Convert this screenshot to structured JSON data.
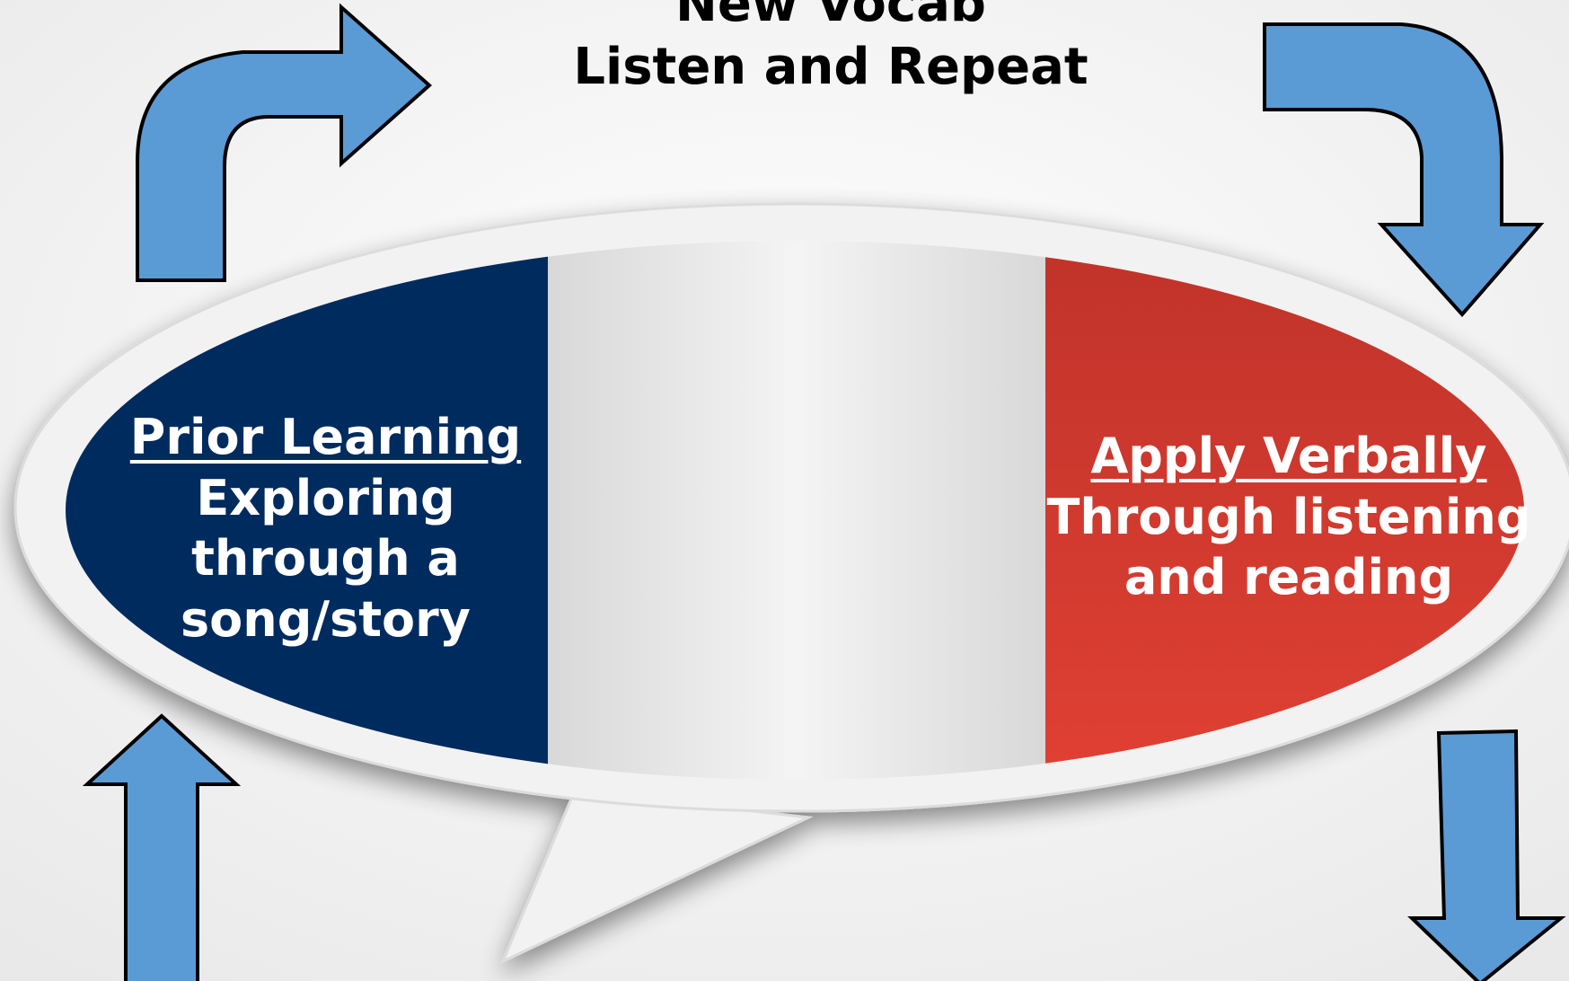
{
  "top_step": {
    "heading": "New Vocab",
    "text": "Listen and Repeat"
  },
  "left_step": {
    "heading": "Prior Learning",
    "lines": [
      "Exploring",
      "through a",
      "song/story"
    ]
  },
  "right_step": {
    "heading": "Apply Verbally",
    "lines": [
      "Through listening",
      "and reading"
    ]
  },
  "colors": {
    "arrow_fill": "#5b9bd5",
    "arrow_stroke": "#000000",
    "flag_blue": "#002b5e",
    "flag_white": "#e6e6e6",
    "flag_red": "#d03a2e",
    "bubble": "#f2f2f2"
  }
}
